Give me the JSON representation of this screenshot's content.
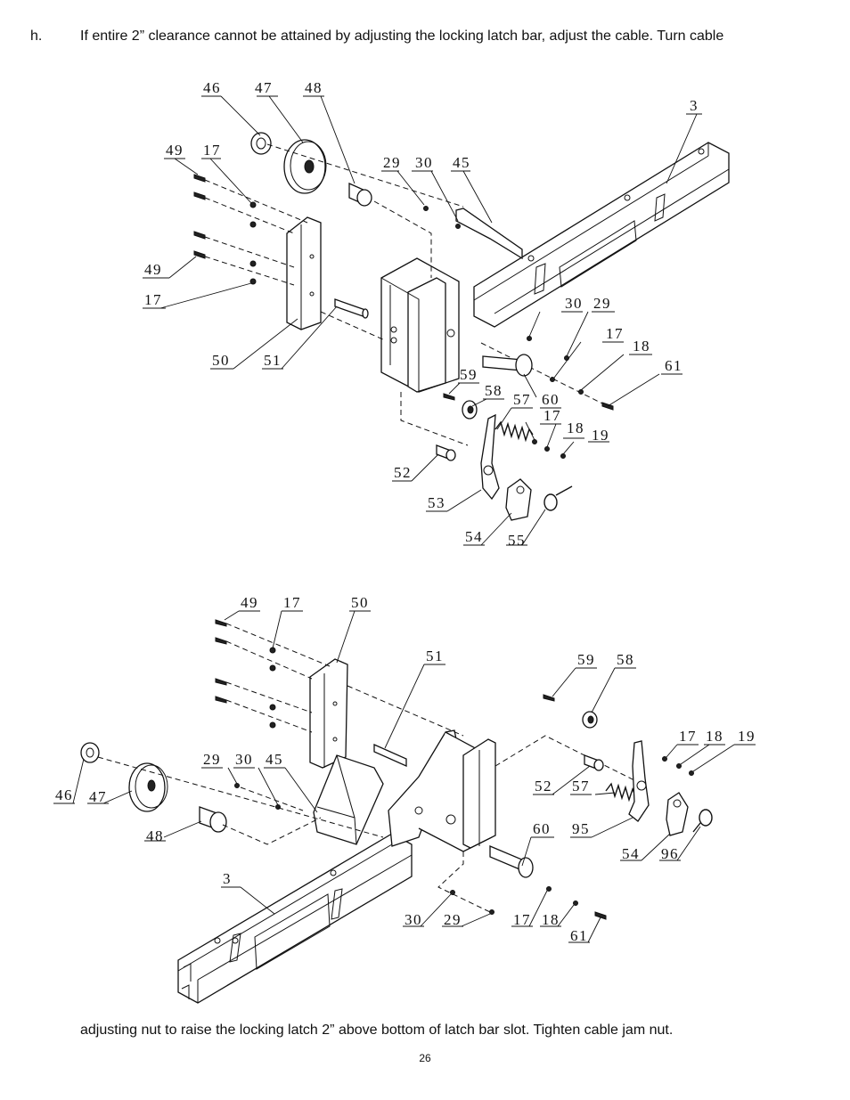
{
  "step": {
    "letter": "h.",
    "text": "If entire 2” clearance cannot be attained by adjusting the locking latch bar, adjust the cable. Turn cable",
    "continuation": "adjusting nut to raise the locking latch 2” above bottom of latch bar slot.  Tighten cable jam nut."
  },
  "page_number": "26",
  "diagram_top": {
    "callouts": [
      "46",
      "47",
      "48",
      "3",
      "49",
      "17",
      "29",
      "30",
      "45",
      "49",
      "17",
      "30",
      "29",
      "17",
      "18",
      "61",
      "50",
      "51",
      "59",
      "58",
      "57",
      "60",
      "17",
      "18",
      "19",
      "52",
      "53",
      "54",
      "55"
    ]
  },
  "diagram_bottom": {
    "callouts": [
      "49",
      "17",
      "50",
      "51",
      "59",
      "58",
      "17",
      "18",
      "19",
      "29",
      "30",
      "45",
      "52",
      "57",
      "46",
      "47",
      "48",
      "60",
      "95",
      "54",
      "96",
      "3",
      "30",
      "29",
      "17",
      "18",
      "61"
    ]
  }
}
